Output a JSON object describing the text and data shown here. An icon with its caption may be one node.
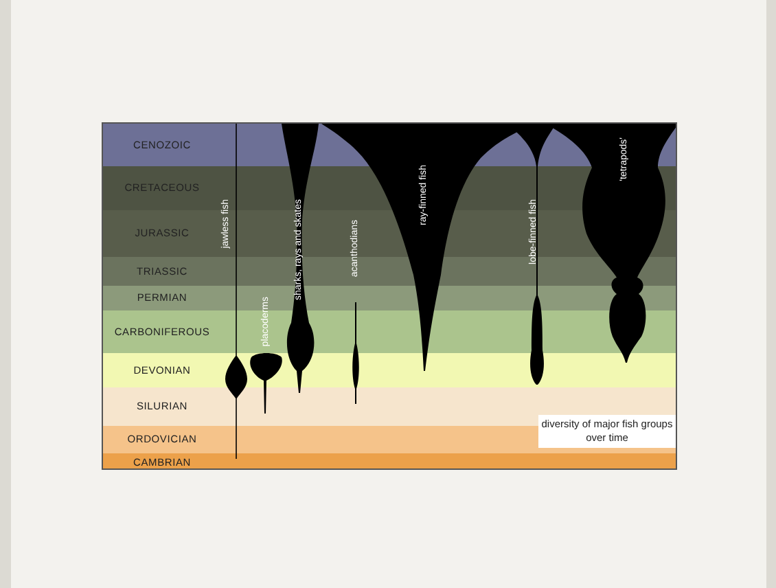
{
  "diagram": {
    "caption": "diversity of major fish groups over time",
    "nodes": [
      {
        "text": [
          "jawless fish"
        ]
      },
      {
        "text": [
          "placoderms"
        ]
      },
      {
        "text": [
          "sharks, rays and skates"
        ]
      },
      {
        "text": [
          "acanthodians"
        ]
      },
      {
        "text": [
          "ray-finned fish"
        ]
      },
      {
        "text": [
          "lobe-finned fish"
        ]
      },
      {
        "text": [
          "'tetrapods'"
        ]
      }
    ],
    "labels": [
      "CENOZOIC",
      "CRETACEOUS",
      "JURASSIC",
      "TRIASSIC",
      "PERMIAN",
      "CARBONIFEROUS",
      "DEVONIAN",
      "SILURIAN",
      "ORDOVICIAN",
      "CAMBRIAN"
    ]
  }
}
